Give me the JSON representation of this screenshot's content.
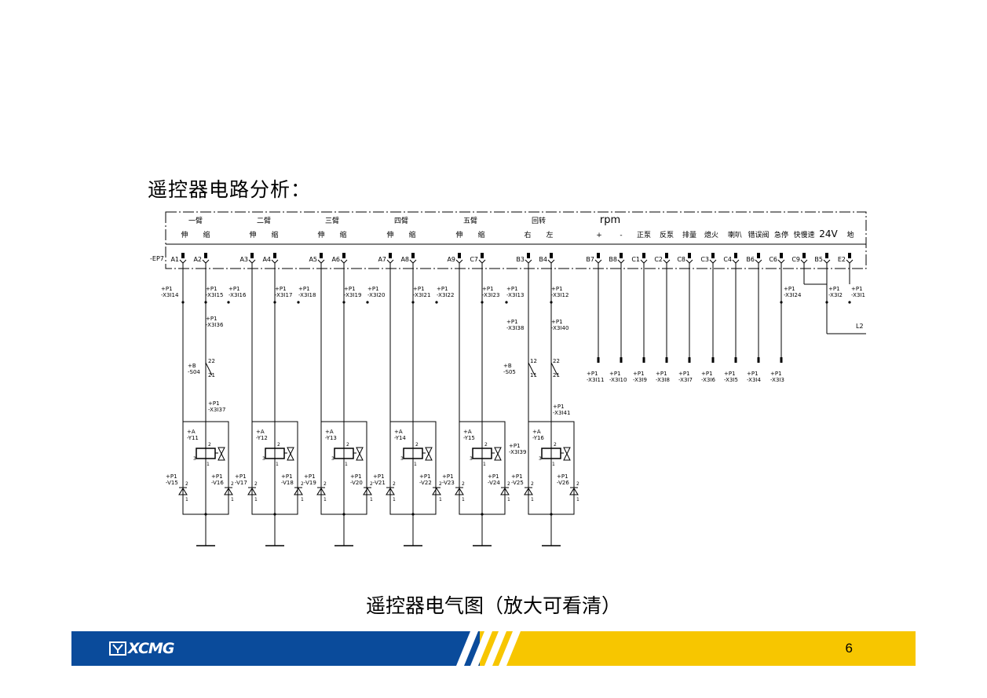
{
  "slide": {
    "title": "遥控器电路分析：",
    "caption": "遥控器电气图（放大可看清）",
    "page_number": "6"
  },
  "footer": {
    "logo_text": "XCMG",
    "colors": {
      "blue": "#0a4b9b",
      "yellow": "#f7c600"
    }
  },
  "diagram": {
    "header_groups": [
      {
        "name": "一臂",
        "labels": [
          "伸",
          "缩"
        ]
      },
      {
        "name": "二臂",
        "labels": [
          "伸",
          "缩"
        ]
      },
      {
        "name": "三臂",
        "labels": [
          "伸",
          "缩"
        ]
      },
      {
        "name": "四臂",
        "labels": [
          "伸",
          "缩"
        ]
      },
      {
        "name": "五臂",
        "labels": [
          "伸",
          "缩"
        ]
      },
      {
        "name": "回转",
        "labels": [
          "右",
          "左"
        ]
      },
      {
        "name": "rpm",
        "labels": [
          "+",
          "-"
        ]
      }
    ],
    "function_labels": [
      "正泵",
      "反泵",
      "排量",
      "熄火",
      "喇叭",
      "错误阀",
      "急停",
      "快慢速",
      "24V",
      "地"
    ],
    "connector_label": "-EP7",
    "terminals": [
      "A1",
      "A2",
      "A3",
      "A4",
      "A5",
      "A6",
      "A7",
      "A8",
      "A9",
      "C7",
      "B3",
      "B4",
      "B7",
      "B8",
      "C1",
      "C2",
      "C8",
      "C3",
      "C4",
      "B6",
      "C6",
      "C9",
      "B5",
      "E2"
    ],
    "terminal_refs": [
      "+P1 -X3I14",
      "+P1 -X3I15",
      "+P1 -X3I16",
      "+P1 -X3I17",
      "+P1 -X3I18",
      "+P1 -X3I19",
      "+P1 -X3I20",
      "+P1 -X3I21",
      "+P1 -X3I22",
      "+P1 -X3I23",
      "+P1 -X3I13",
      "+P1 -X3I12",
      "+P1 -X3I24",
      "+P1 -X3I2",
      "+P1 -X3I1"
    ],
    "second_refs": [
      "+P1 -X3I36",
      "+P1 -X3I38",
      "+P1 -X3I40"
    ],
    "bottom_refs": [
      "+P1 -X3I11",
      "+P1 -X3I10",
      "+P1 -X3I9",
      "+P1 -X3I8",
      "+P1 -X3I7",
      "+P1 -X3I6",
      "+P1 -X3I5",
      "+P1 -X3I4",
      "+P1 -X3I3"
    ],
    "switches": [
      {
        "ref": "+B -S04",
        "contacts": [
          "22",
          "21"
        ]
      },
      {
        "ref": "+B -S05",
        "contacts": [
          "12",
          "11",
          "22",
          "21"
        ]
      }
    ],
    "switch_refs": [
      "+P1 -X3I37",
      "+P1 -X3I41"
    ],
    "valves": [
      "+A -Y11",
      "+A -Y12",
      "+A -Y13",
      "+A -Y14",
      "+A -Y15",
      "+A -Y16"
    ],
    "valve_pins": [
      "2",
      "3",
      "1"
    ],
    "valve_ref_extra": "+P1 -X3I39",
    "diodes": [
      "+P1 -V15",
      "+P1 -V16",
      "+P1 -V17",
      "+P1 -V18",
      "+P1 -V19",
      "+P1 -V20",
      "+P1 -V21",
      "+P1 -V22",
      "+P1 -V23",
      "+P1 -V24",
      "+P1 -V25",
      "+P1 -V26"
    ],
    "diode_pins": [
      "2",
      "1"
    ],
    "line_label_l2": "L2"
  }
}
